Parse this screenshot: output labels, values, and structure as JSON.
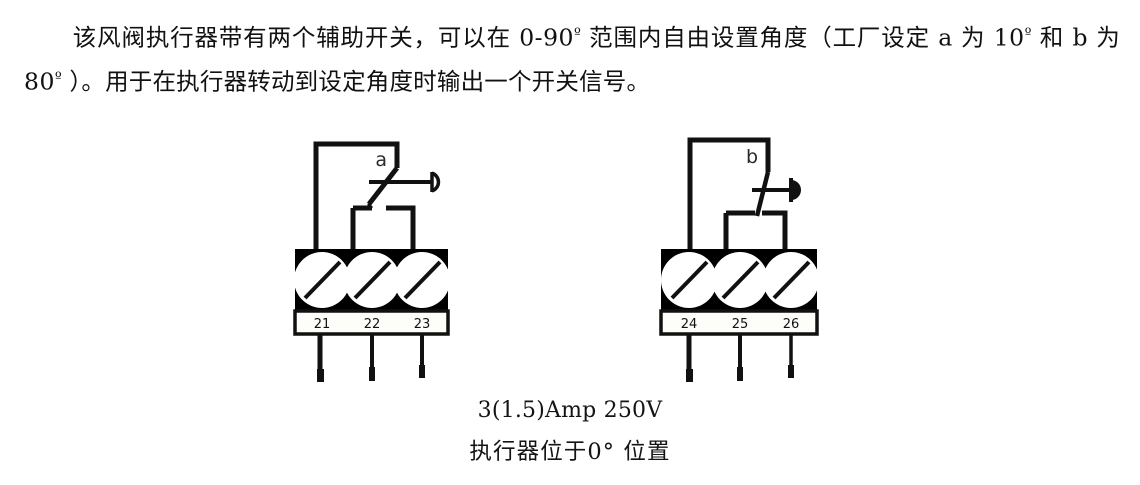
{
  "document": {
    "paragraph": {
      "segment_1": "该风阀执行器带有两个辅助开关，可以在 ",
      "range_value": "0-90",
      "degree_1": "º",
      "segment_2": " 范围内自由设置角度（工厂设定 ",
      "switch_a_label": "a",
      "segment_3": " 为 ",
      "angle_a": "10",
      "degree_2": "º",
      "segment_4": " 和 ",
      "switch_b_label": "b",
      "segment_5": " 为 ",
      "angle_b": "80",
      "degree_3": "º",
      "segment_6": " ）。用于在执行器转动到设定角度时输出一个开关信号。"
    }
  },
  "diagram": {
    "left_block": {
      "switch_label": "a",
      "terminals": [
        {
          "number": "21"
        },
        {
          "number": "22"
        },
        {
          "number": "23"
        }
      ],
      "contact_symbol": "open-arrow-head"
    },
    "right_block": {
      "switch_label": "b",
      "terminals": [
        {
          "number": "24"
        },
        {
          "number": "25"
        },
        {
          "number": "26"
        }
      ],
      "contact_symbol": "filled-arrow-head-with-bar"
    },
    "colors": {
      "line": "#111111",
      "block_fill": "#000000",
      "terminal_fill": "#ffffff",
      "label_strip_fill": "#fdfdfa"
    }
  },
  "caption": {
    "rating": "3(1.5)Amp 250V",
    "position": "执行器位于0° 位置"
  }
}
